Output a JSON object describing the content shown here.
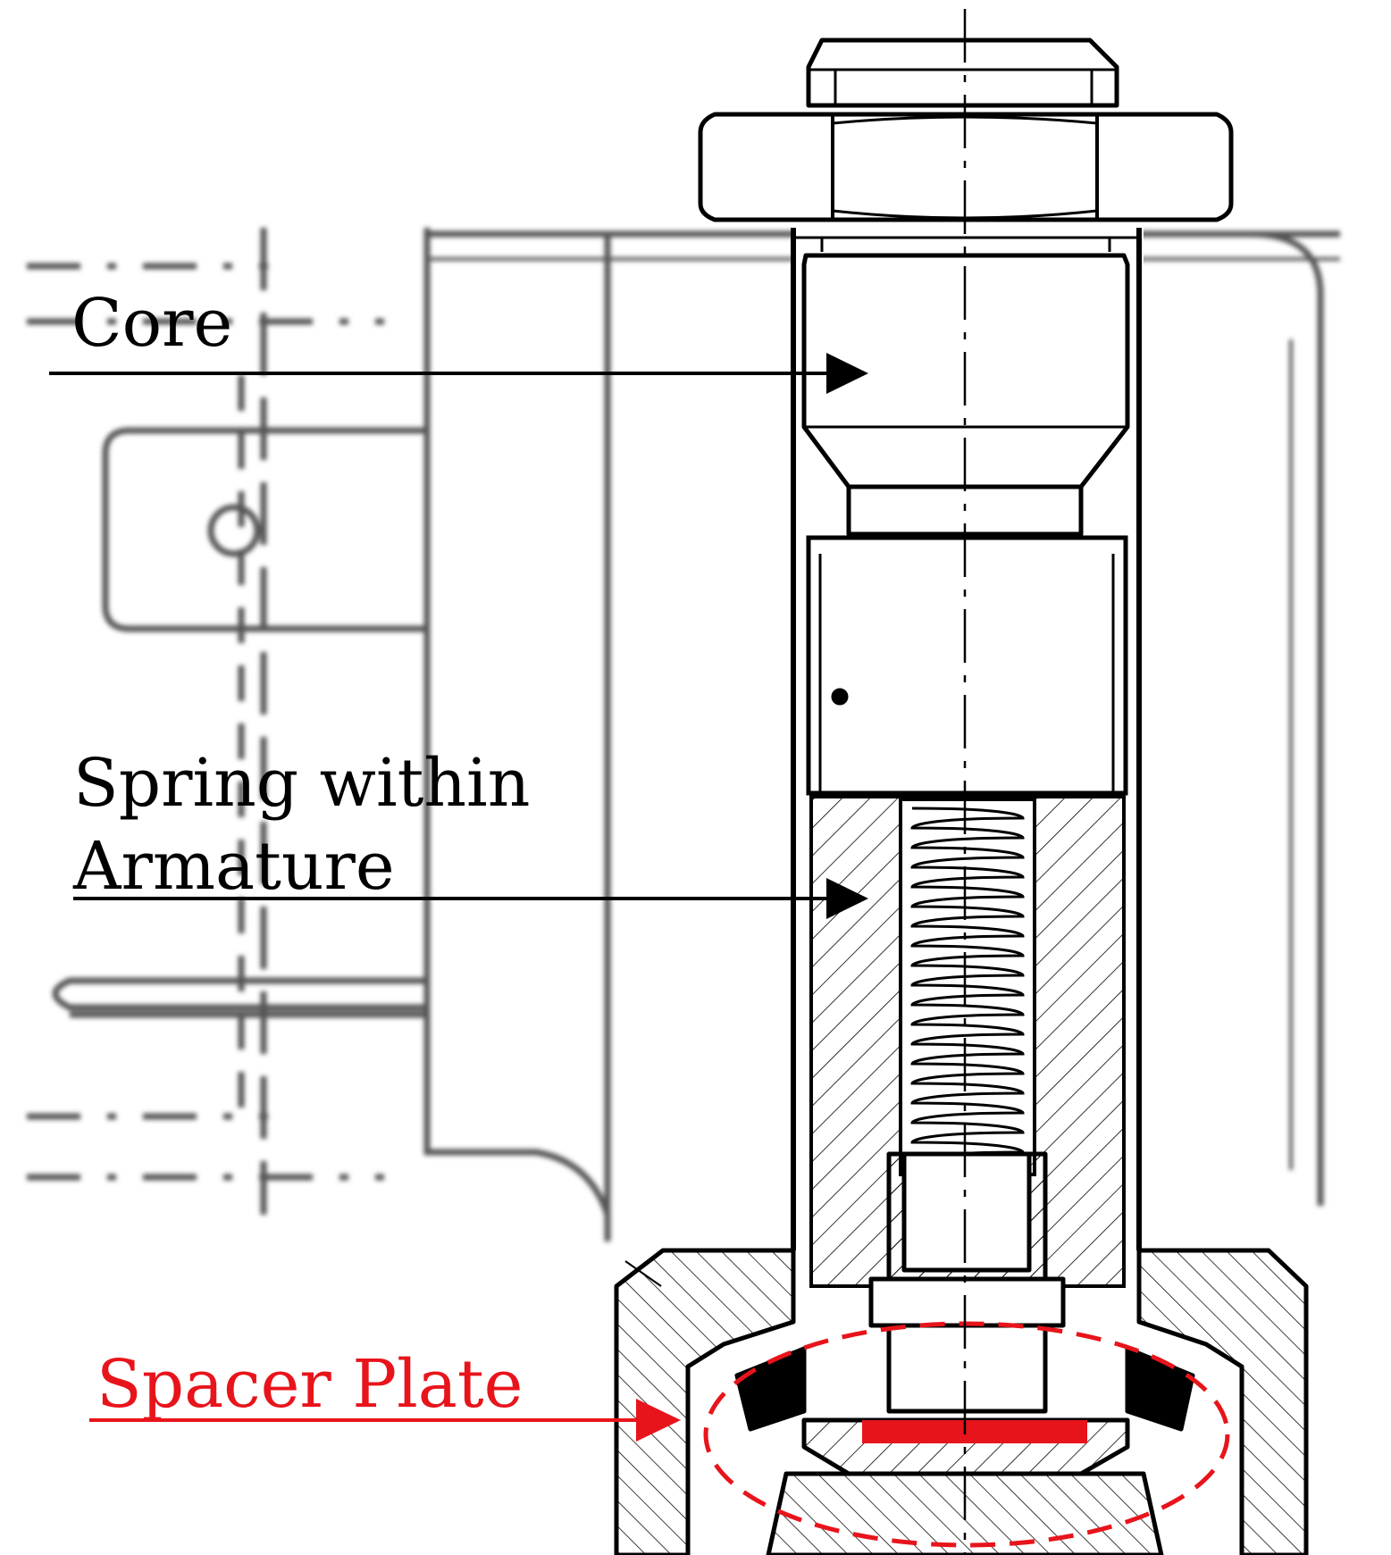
{
  "colors": {
    "ink": "#000000",
    "ghost": "#5a5a5a",
    "highlight": "#e8141b",
    "background": "#ffffff"
  },
  "labels": {
    "core": "Core",
    "spring_line1": "Spring within",
    "spring_line2": "Armature",
    "spacer": "Spacer Plate"
  }
}
